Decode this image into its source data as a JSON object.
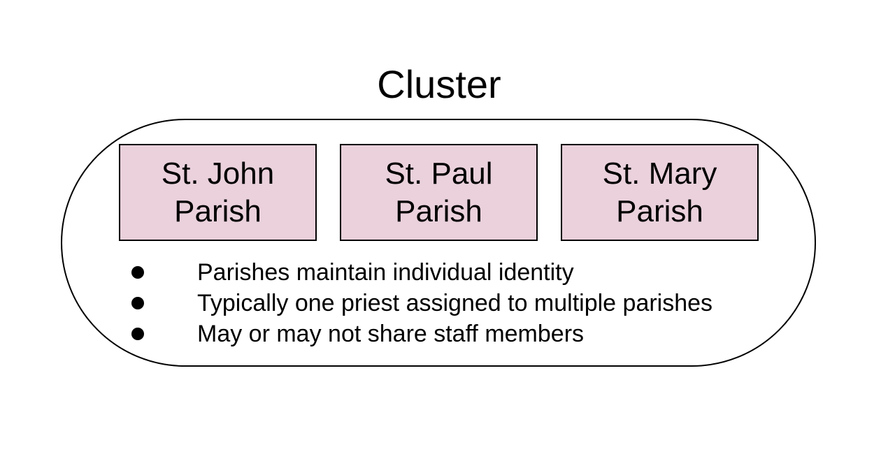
{
  "diagram": {
    "title": "Cluster",
    "parishes": [
      {
        "label": "St. John Parish"
      },
      {
        "label": "St. Paul Parish"
      },
      {
        "label": "St. Mary Parish"
      }
    ],
    "notes": [
      "Parishes maintain individual identity",
      "Typically one priest assigned to multiple parishes",
      "May or may not share staff members"
    ]
  },
  "colors": {
    "parish_fill": "#ead1dc",
    "outline": "#000000",
    "background": "#ffffff"
  }
}
